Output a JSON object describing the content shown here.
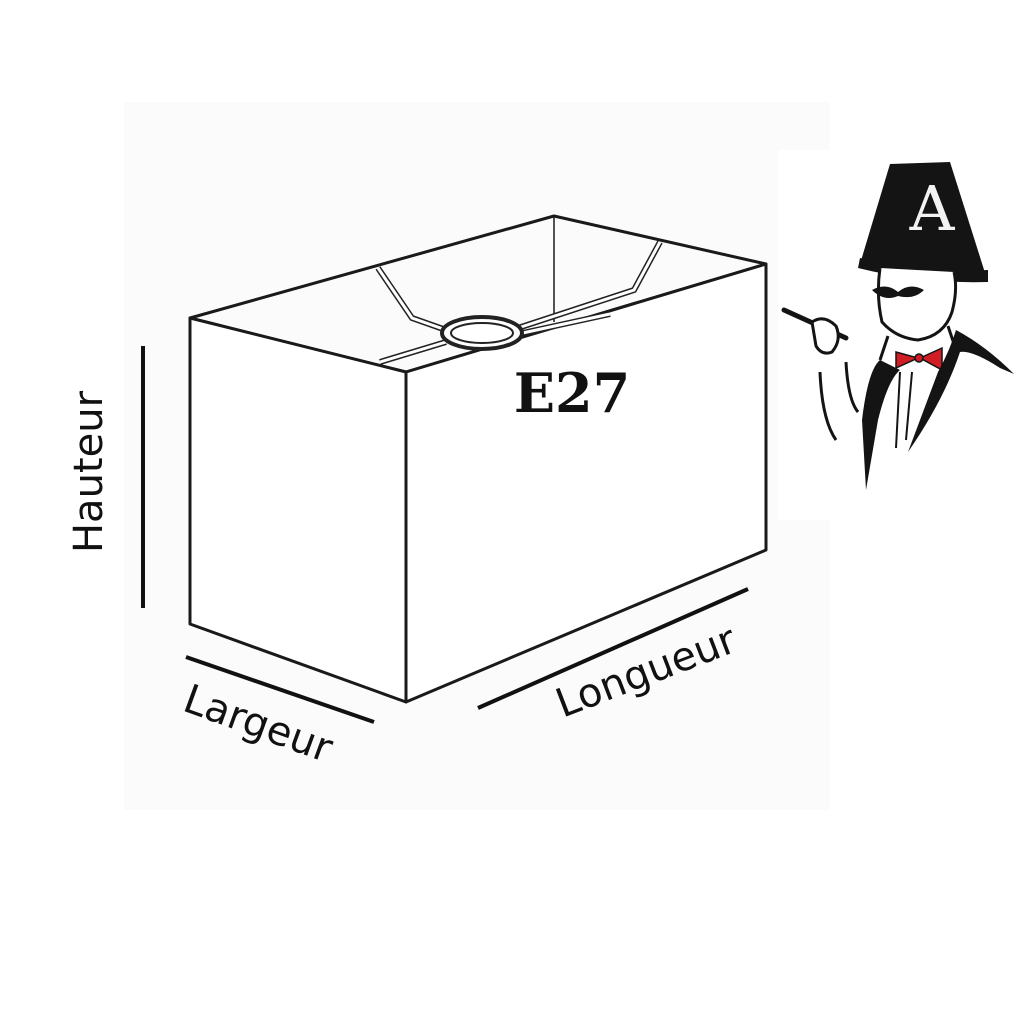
{
  "labels": {
    "height": "Hauteur",
    "width": "Largeur",
    "length": "Longueur",
    "socket": "E27"
  },
  "logo": {
    "letter": "A",
    "icon": "hatted-mustache-man-logo-icon"
  },
  "colors": {
    "line": "#1a1a1a",
    "bowtie": "#d01e24",
    "panel": "#fbfbfb",
    "background": "#ffffff"
  }
}
